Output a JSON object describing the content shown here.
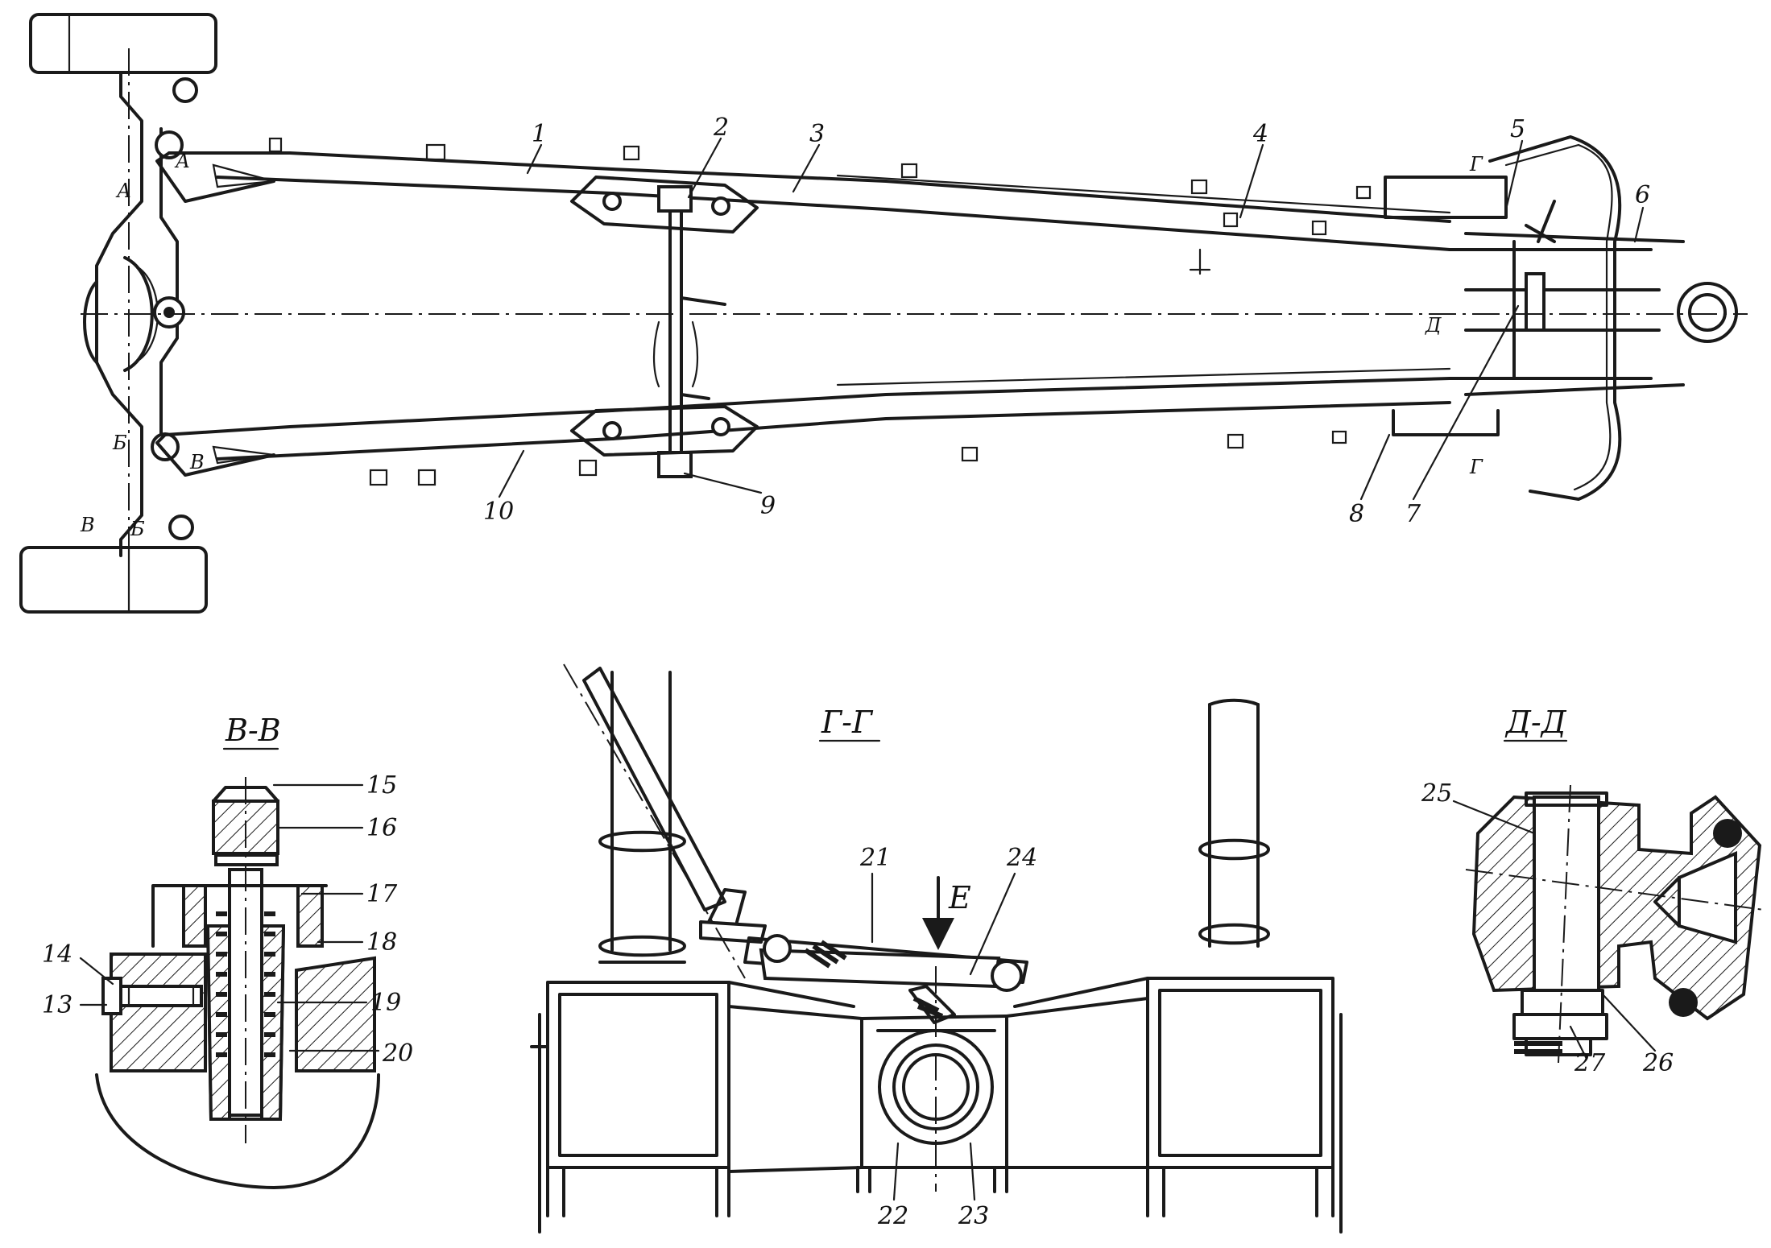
{
  "callouts": [
    "1",
    "2",
    "3",
    "4",
    "5",
    "6",
    "7",
    "8",
    "9",
    "10",
    "13",
    "14",
    "15",
    "16",
    "17",
    "18",
    "19",
    "20",
    "21",
    "22",
    "23",
    "24",
    "25",
    "26",
    "27"
  ],
  "section_titles": {
    "v": "В-В",
    "g": "Г-Г",
    "d": "Д-Д"
  },
  "section_marks": {
    "a": "А",
    "b": "Б",
    "v": "В",
    "g": "Г",
    "d": "Д",
    "e": "Е"
  }
}
